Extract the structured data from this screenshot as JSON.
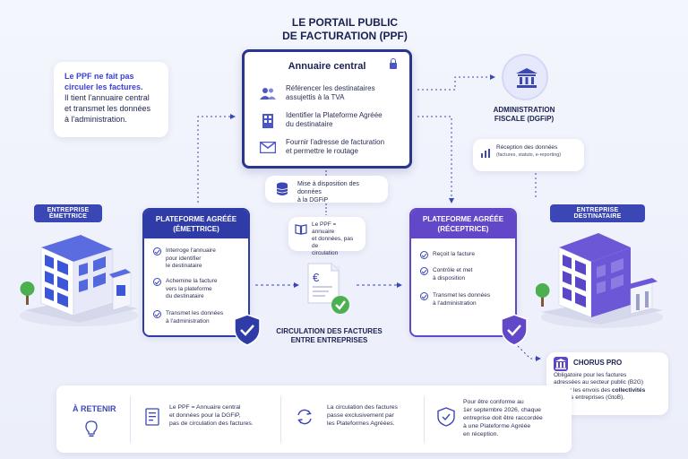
{
  "title": {
    "line1": "LE PORTAIL PUBLIC",
    "line2": "DE FACTURATION (PPF)"
  },
  "ppf": {
    "header": "Annuaire central",
    "rows": [
      {
        "icon": "users-icon",
        "text_line1": "Référencer les destinataires",
        "text_line2": "assujettis à la TVA"
      },
      {
        "icon": "building-icon",
        "text_line1": "Identifier la Plateforme Agréée",
        "text_line2": "du destinataire"
      },
      {
        "icon": "envelope-icon",
        "text_line1": "Fournir l'adresse de facturation",
        "text_line2": "et permettre le routage"
      }
    ]
  },
  "note_left": {
    "highlight_line1": "Le PPF ne fait pas",
    "highlight_line2": "circuler les factures.",
    "line3": "Il tient l'annuaire central",
    "line4": "et transmet les données",
    "line5": "à l'administration."
  },
  "admin": {
    "label_line1": "ADMINISTRATION",
    "label_line2": "FISCALE (DGFiP)"
  },
  "reception_data": {
    "line1": "Réception des données",
    "line2": "(factures, statuts, e-reporting)"
  },
  "mise_disposition": {
    "line1": "Mise à disposition des données",
    "line2": "à la DGFiP"
  },
  "ppf_note": {
    "line1": "Le PPF = annuaire",
    "line2": "et données, pas de",
    "line3": "circulation"
  },
  "tags": {
    "emettrice": "ENTREPRISE ÉMETTRICE",
    "destinataire": "ENTREPRISE DESTINATAIRE"
  },
  "pa_emettrice": {
    "title_line1": "PLATEFORME AGRÉÉE",
    "title_line2": "(ÉMETTRICE)",
    "items": [
      {
        "l1": "Interroge l'annuaire",
        "l2": "pour identifier",
        "l3": "le destinataire"
      },
      {
        "l1": "Achemine la facture",
        "l2": "vers la plateforme",
        "l3": "du destinataire"
      },
      {
        "l1": "Transmet les données",
        "l2": "à l'administration",
        "l3": ""
      }
    ]
  },
  "pa_receptrice": {
    "title_line1": "PLATEFORME AGRÉÉE",
    "title_line2": "(RÉCEPTRICE)",
    "items": [
      {
        "l1": "Reçoit la facture",
        "l2": "",
        "l3": ""
      },
      {
        "l1": "Contrôle et met",
        "l2": "à disposition",
        "l3": ""
      },
      {
        "l1": "Transmet les données",
        "l2": "à l'administration",
        "l3": ""
      }
    ]
  },
  "circulation": {
    "line1": "CIRCULATION DES FACTURES",
    "line2": "ENTRE ENTREPRISES",
    "doc_symbol": "€"
  },
  "chorus": {
    "title": "CHORUS PRO",
    "line1": "Obligatoire pour les factures",
    "line2": "adressées au secteur public (B2G)",
    "line3_pre": "et pour les envois des ",
    "line3_bold": "collectivités",
    "line4": "vers les entreprises (GtoB)."
  },
  "retenir": {
    "title": "À RETENIR",
    "item1": {
      "l1": "Le PPF = Annuaire central",
      "l2": "et données pour la DGFiP,",
      "l3": "pas de circulation des factures."
    },
    "item2": {
      "l1": "La circulation des factures",
      "l2": "passe exclusivement par",
      "l3": "les Plateformes Agréées."
    },
    "item3": {
      "l1": "Pour être conforme au",
      "l2": "1er septembre 2026, chaque",
      "l3": "entreprise doit être raccordée",
      "l4": "à une Plateforme Agréée",
      "l5": "en réception."
    }
  },
  "colors": {
    "navy": "#2f3ba6",
    "purple": "#6247c9",
    "green": "#4cb050",
    "accent": "#3a3fd8"
  }
}
